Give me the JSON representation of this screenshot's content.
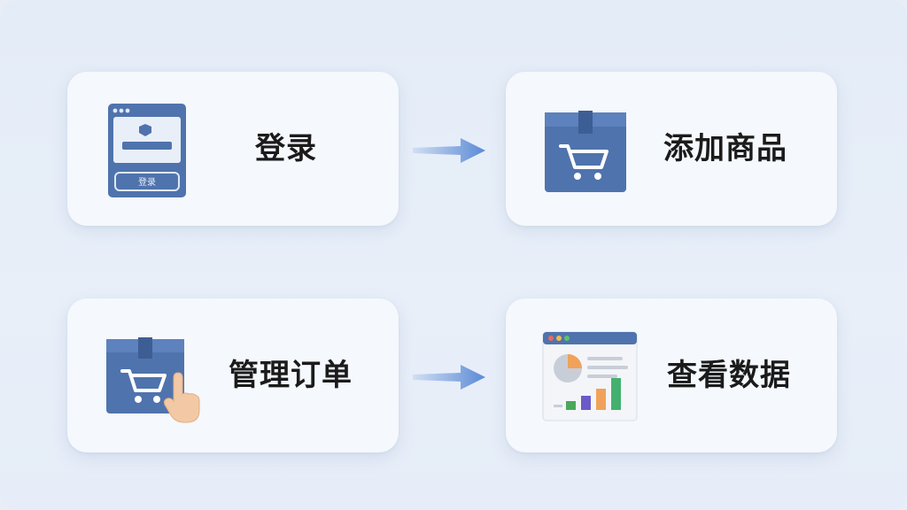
{
  "steps": [
    {
      "label": "登录",
      "icon": "login-window-icon",
      "button_text": "登录"
    },
    {
      "label": "添加商品",
      "icon": "box-cart-icon"
    },
    {
      "label": "管理订单",
      "icon": "box-cart-tap-icon"
    },
    {
      "label": "查看数据",
      "icon": "dashboard-chart-icon"
    }
  ],
  "colors": {
    "icon_blue": "#4f73ad",
    "icon_blue_dark": "#3d5e95",
    "arrow": "#5b8ad6",
    "text": "#1b1b1b",
    "card": "#f5f8fc"
  }
}
